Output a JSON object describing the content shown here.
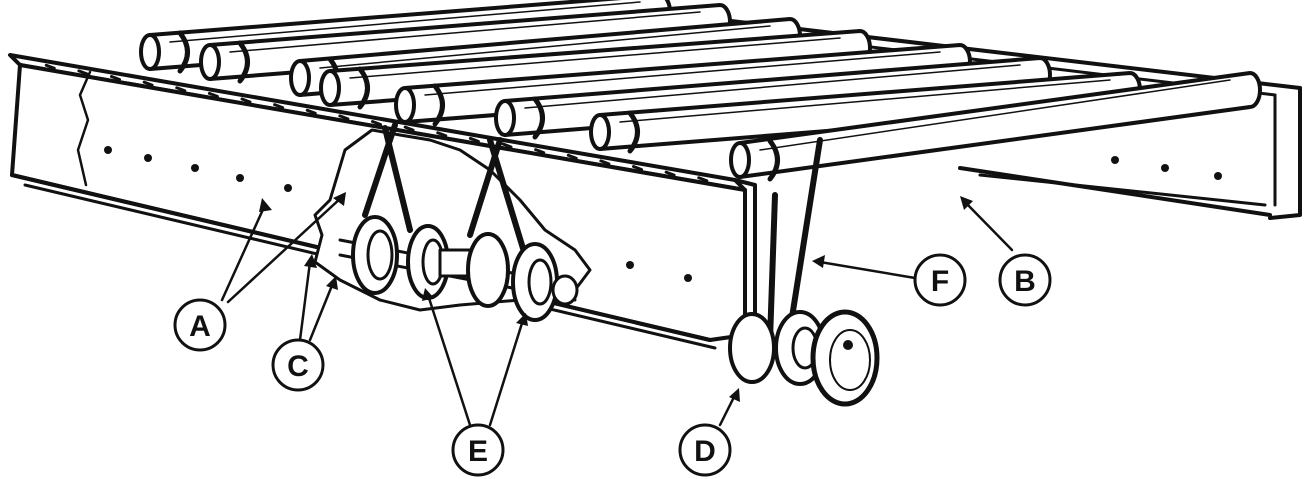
{
  "diagram": {
    "callouts": [
      {
        "id": "A",
        "label": "A"
      },
      {
        "id": "B",
        "label": "B"
      },
      {
        "id": "C",
        "label": "C"
      },
      {
        "id": "D",
        "label": "D"
      },
      {
        "id": "E",
        "label": "E"
      },
      {
        "id": "F",
        "label": "F"
      }
    ]
  },
  "colors": {
    "ink": "#111111",
    "paper": "#ffffff"
  }
}
